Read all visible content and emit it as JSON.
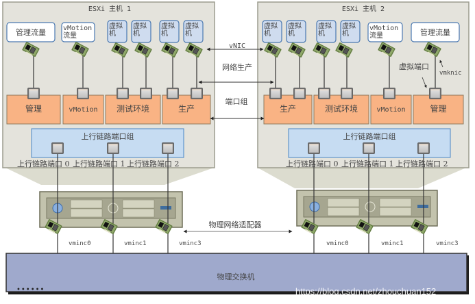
{
  "hosts": [
    {
      "title": "ESXi 主机 1",
      "vms": [
        {
          "label": "管理流量",
          "kind": "vmkernel"
        },
        {
          "label": "vMotion\n流量",
          "kind": "vmkernel"
        },
        {
          "label": "虚拟\n机",
          "kind": "vm"
        },
        {
          "label": "虚拟\n机",
          "kind": "vm"
        },
        {
          "label": "虚拟\n机",
          "kind": "vm"
        },
        {
          "label": "虚拟\n机",
          "kind": "vm"
        }
      ],
      "port_groups": [
        "管理",
        "vMotion",
        "测试环境",
        "生产"
      ],
      "uplink_group": "上行链路端口组",
      "uplink_ports": [
        "上行链路端口 0",
        "上行链路端口 1",
        "上行链路端口 2"
      ],
      "nics": [
        "vminc0",
        "vminc1",
        "vminc3"
      ]
    },
    {
      "title": "ESXi 主机 2",
      "vms": [
        {
          "label": "虚拟\n机",
          "kind": "vm"
        },
        {
          "label": "虚拟\n机",
          "kind": "vm"
        },
        {
          "label": "虚拟\n机",
          "kind": "vm"
        },
        {
          "label": "虚拟\n机",
          "kind": "vm"
        },
        {
          "label": "vMotion\n流量",
          "kind": "vmkernel"
        },
        {
          "label": "管理流量",
          "kind": "vmkernel"
        }
      ],
      "port_groups": [
        "生产",
        "测试环境",
        "vMotion",
        "管理"
      ],
      "uplink_group": "上行链路端口组",
      "uplink_ports": [
        "上行链路端口 0",
        "上行链路端口 1",
        "上行链路端口 2"
      ],
      "nics": [
        "vminc0",
        "vminc1",
        "vminc3"
      ]
    }
  ],
  "callouts": {
    "vnic": "vNIC",
    "network_production": "网络生产",
    "port_group": "端口组",
    "virtual_port": "虚拟端口",
    "vmknic": "vmknic",
    "physical_adapter": "物理网络适配器"
  },
  "switch": {
    "label": "物理交换机",
    "dots": "••••••"
  },
  "watermark": "https://blog.csdn.net/zhouchuan152",
  "colors": {
    "host_bg": "#e4e3dc",
    "host_border": "#9c9c8e",
    "vm_fill": "#cfdcef",
    "vm_border": "#4a78b0",
    "portgroup_fill": "#f9b384",
    "portgroup_border": "#8e7a5c",
    "uplink_fill": "#c6dcf2",
    "uplink_border": "#4a86c4",
    "server_fill": "#c3c3ad",
    "switch_fill": "#9fa9cc",
    "nic_green": "#8fa86a"
  }
}
